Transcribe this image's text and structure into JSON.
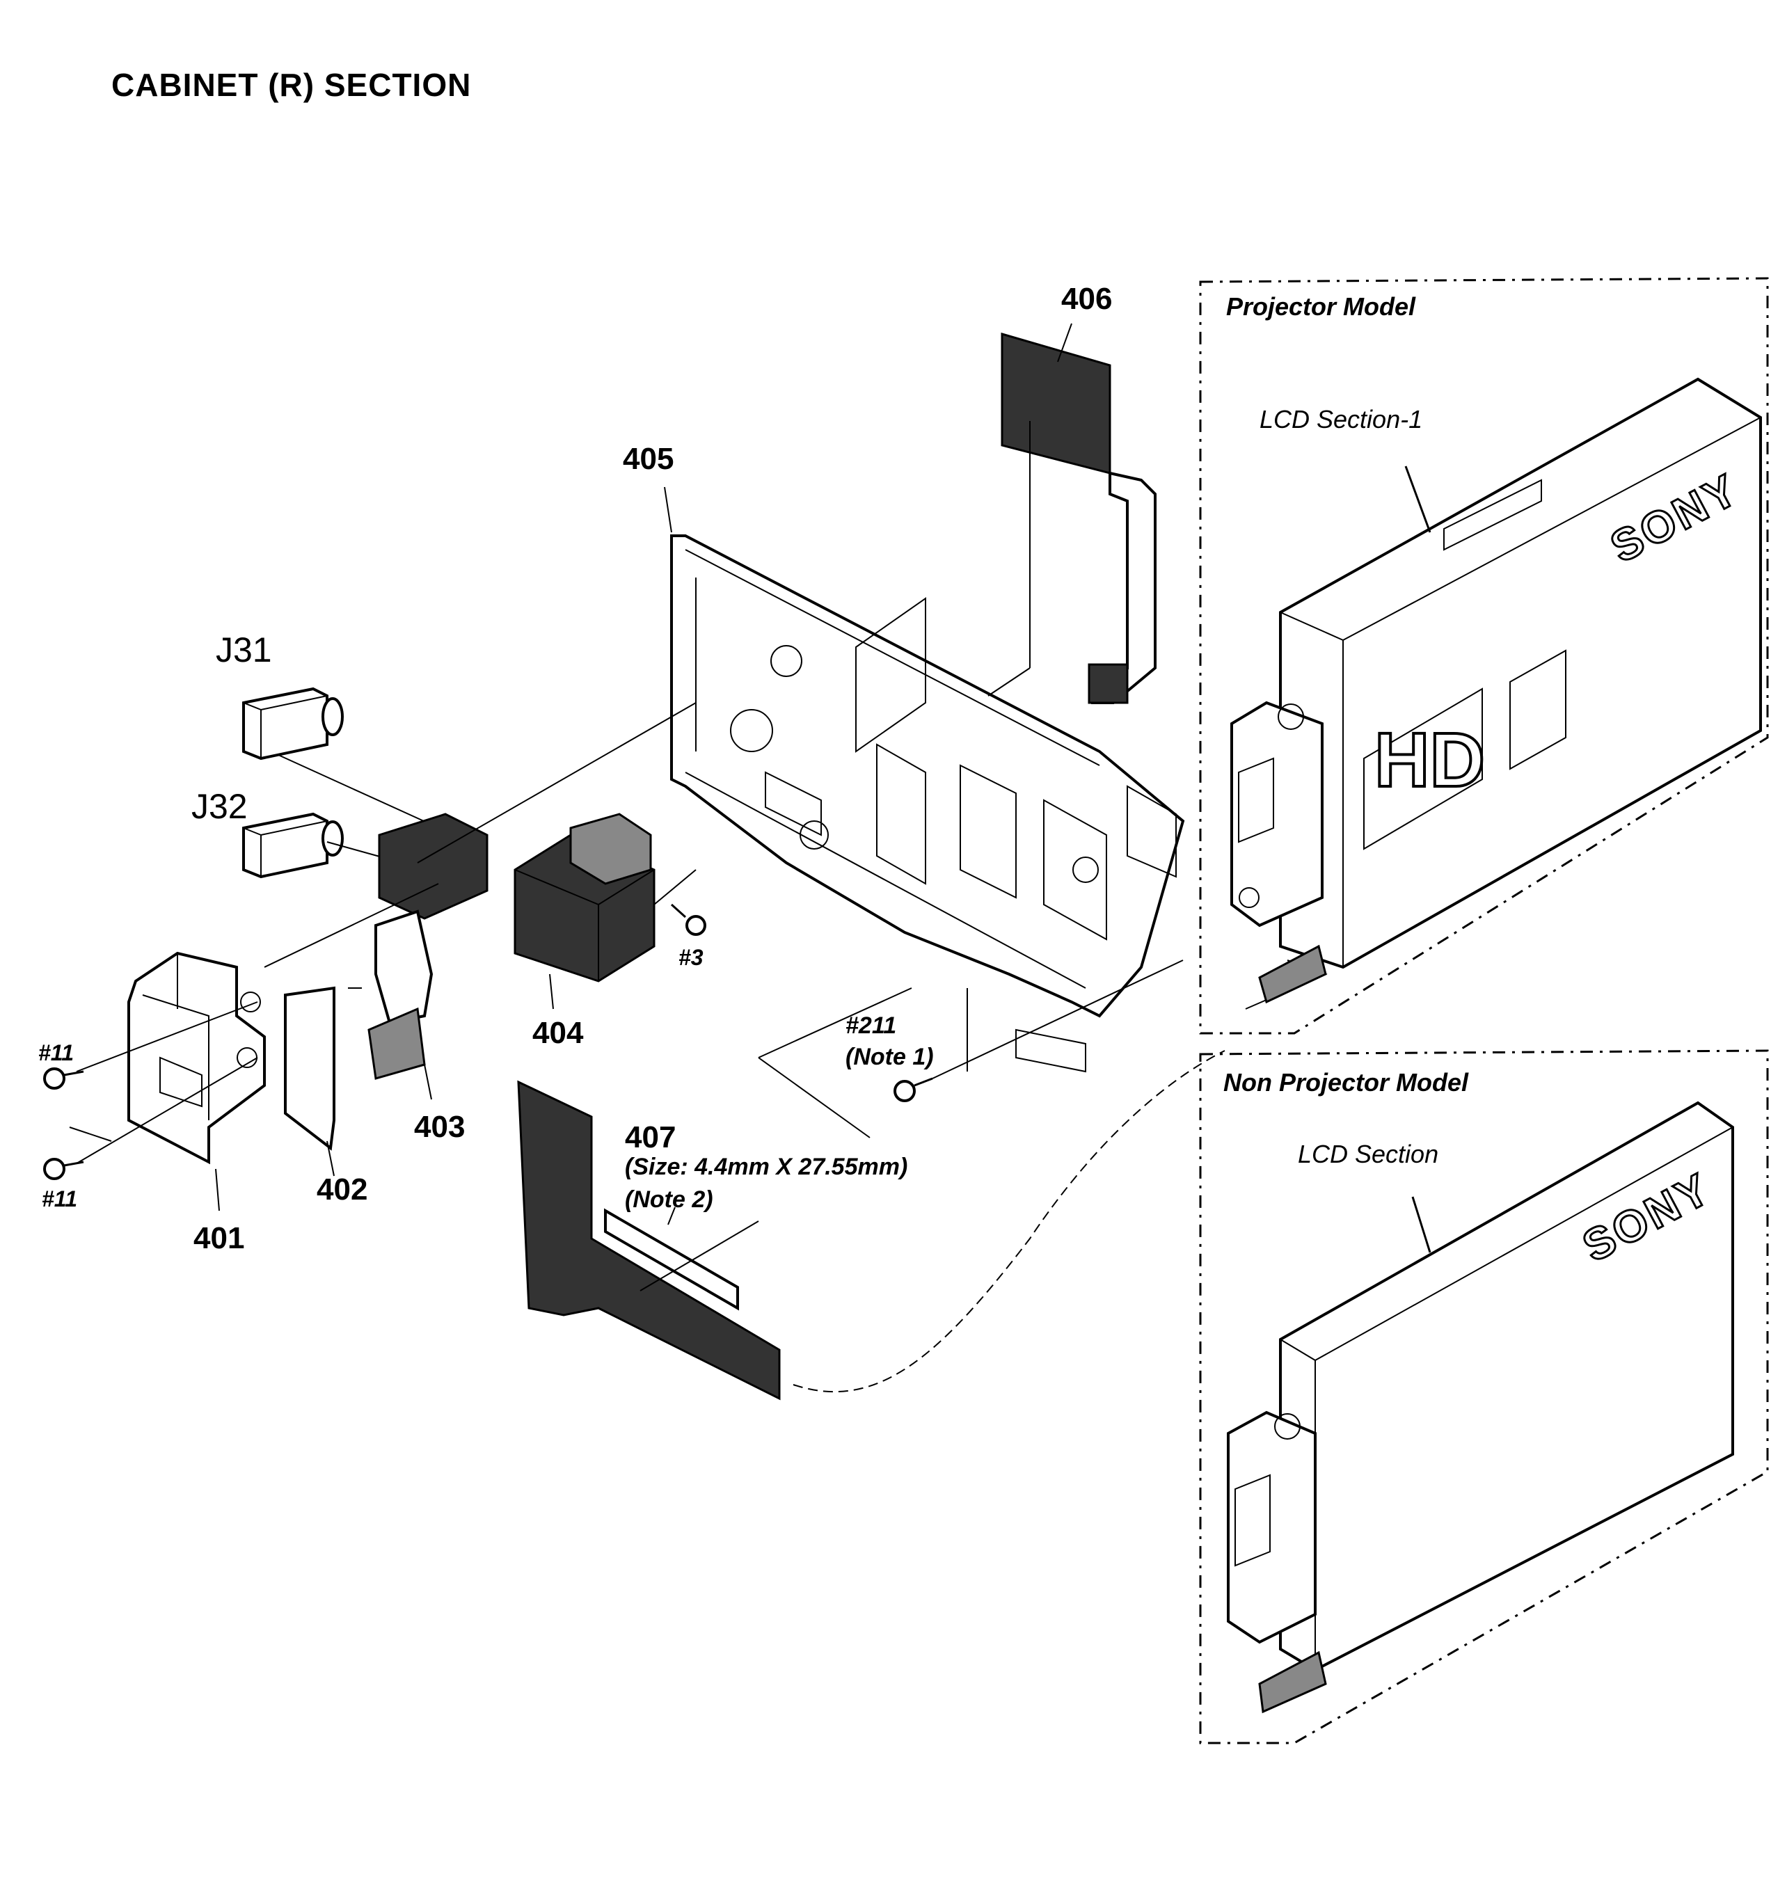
{
  "title": "CABINET (R) SECTION",
  "parts": {
    "p401": "401",
    "p402": "402",
    "p403": "403",
    "p404": "404",
    "p405": "405",
    "p406": "406",
    "p407": "407"
  },
  "jacks": {
    "j31": "J31",
    "j32": "J32"
  },
  "screws": {
    "s11a": "#11",
    "s11b": "#11",
    "s3": "#3",
    "s211": "#211"
  },
  "notes": {
    "note1": "(Note 1)",
    "size407": "(Size: 4.4mm X 27.55mm)",
    "note2": "(Note 2)"
  },
  "projector_box": {
    "title": "Projector Model",
    "section": "LCD Section-1",
    "badge": "HD",
    "logo": "SONY"
  },
  "non_projector_box": {
    "title": "Non Projector Model",
    "section": "LCD Section",
    "logo": "SONY"
  }
}
